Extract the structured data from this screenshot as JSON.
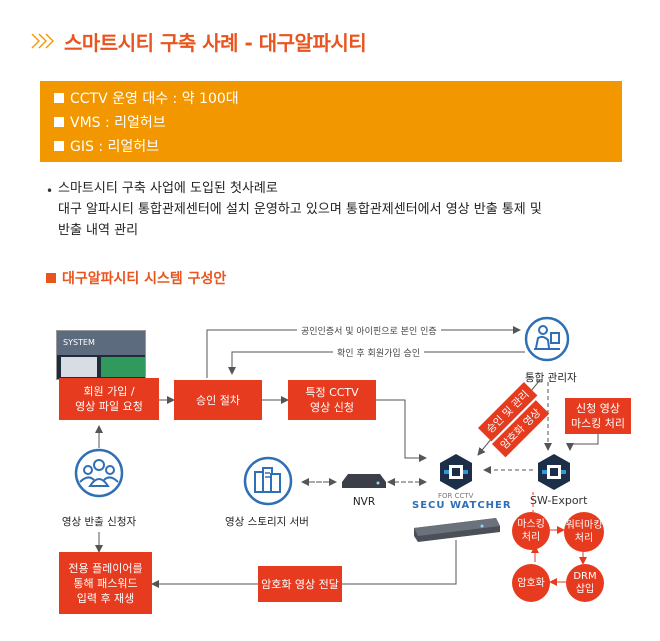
{
  "page": {
    "title": "스마트시티 구축 사례 - 대구알파시티"
  },
  "info": {
    "lines": [
      "CCTV 운영 대수 : 약 100대",
      "VMS : 리얼허브",
      "GIS : 리얼허브"
    ]
  },
  "bullet": {
    "line1": "스마트시티 구축 사업에 도입된 첫사례로",
    "line2": "대구 알파시티 통합관제센터에 설치 운영하고 있으며 통합관제센터에서 영상 반출 통제 및",
    "line3": "반출 내역 관리"
  },
  "section": {
    "title": "대구알파시티 시스템 구성안"
  },
  "diagram": {
    "edge_top": "공인인증서 및 아이핀으로 본인 인증",
    "edge_confirm": "확인 후 회원가입 승인",
    "box_join": "회원 가입 /\n영상 파일 요청",
    "box_approval": "승인 절차",
    "box_request": "특정 CCTV\n영상 신청",
    "box_player": "전용 플레이어를\n통해 패스워드\n입력 후 재생",
    "box_deliver": "암호화 영상 전달",
    "box_mask": "신청 영상\n마스킹 처리",
    "label_admin": "통합 관리자",
    "label_applicant": "영상 반출 신청자",
    "label_storage": "영상 스토리지 서버",
    "label_nvr": "NVR",
    "label_secu": "SECU WATCHER",
    "label_secu_small": "FOR CCTV",
    "label_sw": "SW-Export",
    "tag_approve": "승인 및 관리",
    "tag_encrypt": "암호화 영상",
    "circle_masking": "마스킹\n처리",
    "circle_watermark": "워터마킹\n처리",
    "circle_encrypt": "암호화",
    "circle_drm": "DRM\n삽입",
    "screenshot_text": "SYSTEM",
    "colors": {
      "accent": "#e8551e",
      "orange": "#f39700",
      "red": "#e63b1f",
      "blue": "#2f6fb5"
    }
  }
}
